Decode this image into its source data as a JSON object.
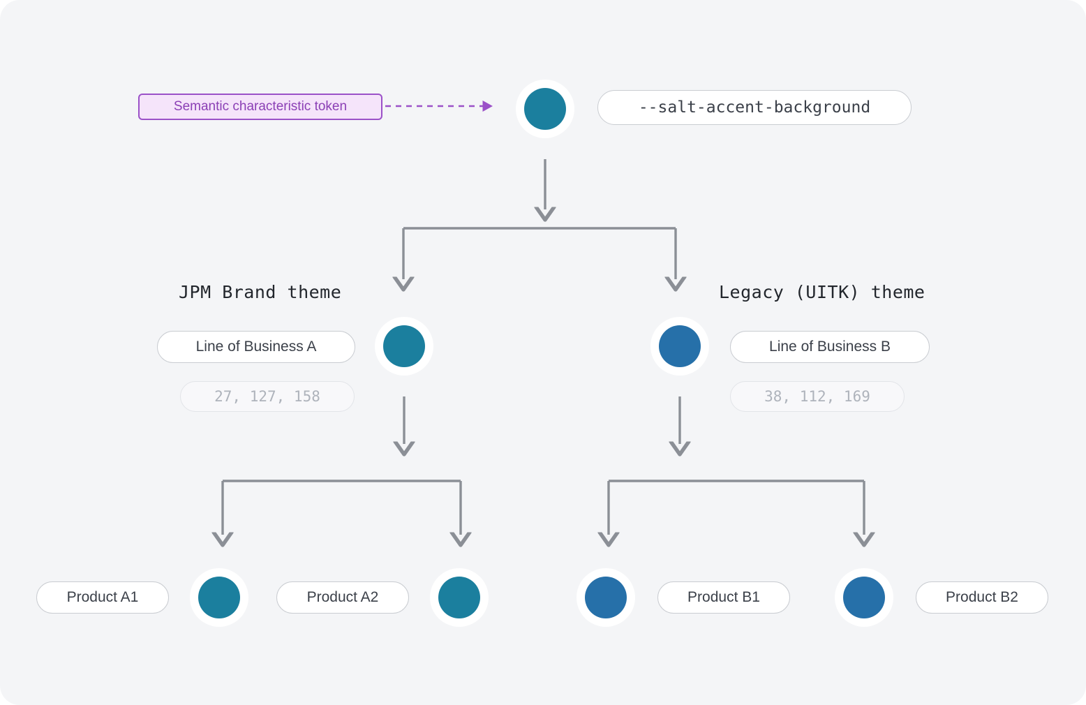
{
  "colors": {
    "background": "#f4f5f7",
    "accent_teal": "#1b7f9e",
    "accent_blue": "#2670a9",
    "connector": "#8b8f96",
    "callout_border": "#9b51c8",
    "callout_fill": "#f5e4fa",
    "callout_text": "#8b3fb5",
    "pill_border": "#c9ccd1",
    "pill_text": "#3b4049",
    "rgb_text": "#aeb3bb"
  },
  "callout": {
    "label": "Semantic characteristic token",
    "arrow_icon": "dashed-arrow-right-icon"
  },
  "root": {
    "token_name": "--salt-accent-background",
    "swatch_color": "#1b7f9e",
    "swatch_icon": "color-swatch-circle"
  },
  "themes": {
    "left": {
      "caption": "JPM Brand theme",
      "lob_label": "Line of Business A",
      "rgb_label": "27, 127, 158",
      "swatch_color": "#1b7f9e"
    },
    "right": {
      "caption": "Legacy (UITK) theme",
      "lob_label": "Line of Business B",
      "rgb_label": "38, 112, 169",
      "swatch_color": "#2670a9"
    }
  },
  "products": [
    {
      "label": "Product A1",
      "swatch_color": "#1b7f9e",
      "side": "left"
    },
    {
      "label": "Product A2",
      "swatch_color": "#1b7f9e",
      "side": "left"
    },
    {
      "label": "Product B1",
      "swatch_color": "#2670a9",
      "side": "right"
    },
    {
      "label": "Product B2",
      "swatch_color": "#2670a9",
      "side": "right"
    }
  ],
  "connectors": {
    "root_to_fork": "vertical-arrow",
    "fork_level_1": "horizontal-split-two-branches",
    "fork_level_2_left": "horizontal-split-two-branches",
    "fork_level_2_right": "horizontal-split-two-branches"
  }
}
